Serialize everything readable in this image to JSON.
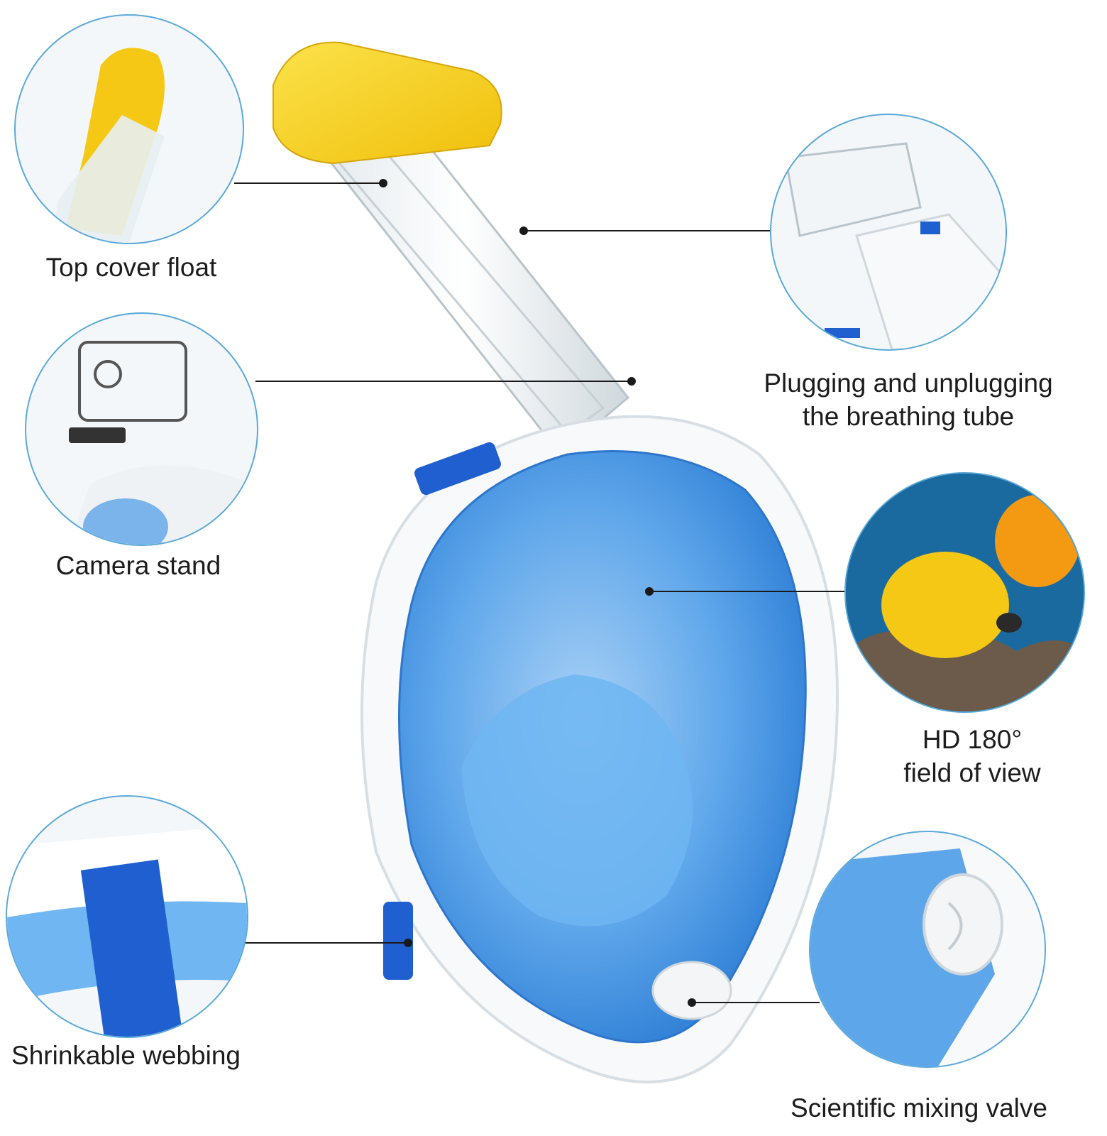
{
  "features": {
    "top_cover_float": "Top cover float",
    "camera_stand": "Camera stand",
    "shrinkable_webbing": "Shrinkable webbing",
    "breathing_tube_line1": "Plugging and unplugging",
    "breathing_tube_line2": "the breathing tube",
    "field_of_view_line1": "HD 180°",
    "field_of_view_line2": "field of view",
    "mixing_valve": "Scientific mixing valve"
  },
  "colors": {
    "mask_blue": "#3f8fe0",
    "float_yellow": "#f5c816",
    "strap_blue": "#1f5fcf",
    "circle_border": "#5aa9d8"
  }
}
